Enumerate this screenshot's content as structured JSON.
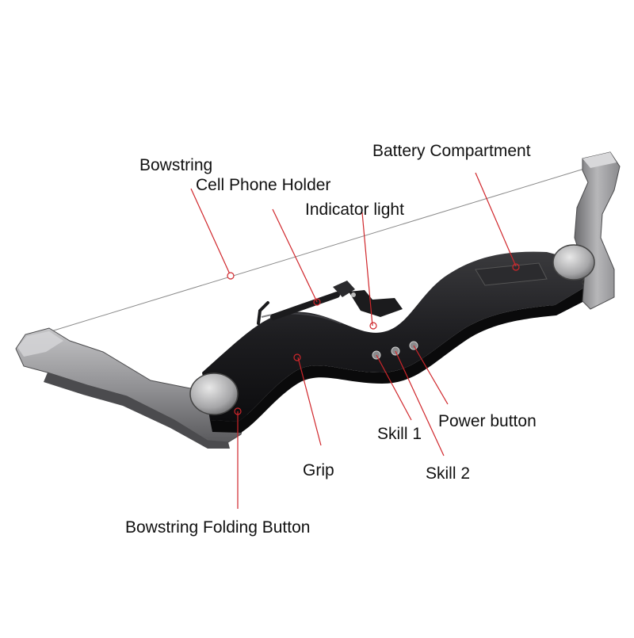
{
  "diagram": {
    "labels": {
      "bowstring": "Bowstring",
      "cell_phone_holder": "Cell Phone Holder",
      "indicator_light": "Indicator light",
      "battery_compartment": "Battery Compartment",
      "power_button": "Power button",
      "skill_1": "Skill 1",
      "skill_2": "Skill 2",
      "grip": "Grip",
      "bowstring_folding_button": "Bowstring Folding Button"
    },
    "colors": {
      "callout_line": "#d0262b",
      "body_dark": "#1c1c1e",
      "limb_gray": "#9a9a9c",
      "label_text": "#111111"
    }
  }
}
